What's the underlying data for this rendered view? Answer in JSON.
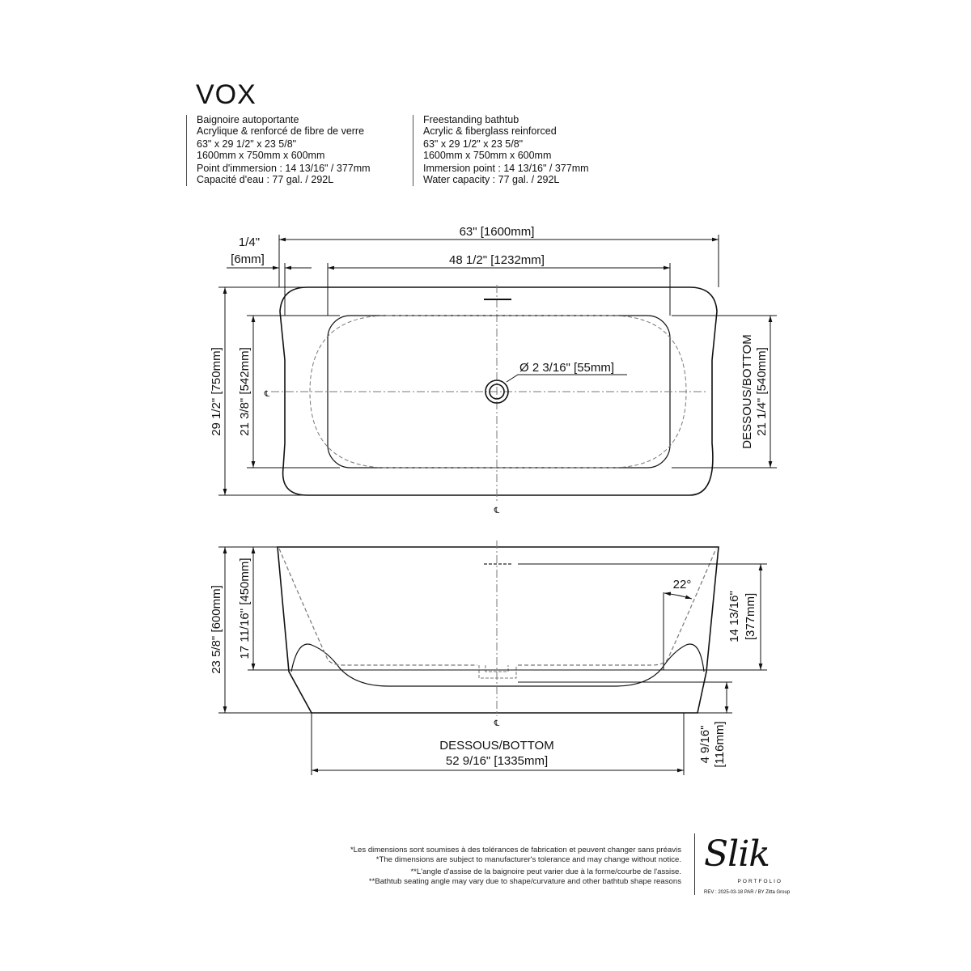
{
  "header": {
    "title": "VOX",
    "fr": {
      "type": "Baignoire autoportante",
      "material": "Acrylique & renforcé de fibre de verre",
      "dims_in": "63\" x 29 1/2\" x 23 5/8\"",
      "dims_mm": "1600mm x 750mm x 600mm",
      "immersion": "Point d'immersion : 14 13/16\" / 377mm",
      "capacity": "Capacité d'eau : 77 gal. / 292L"
    },
    "en": {
      "type": "Freestanding bathtub",
      "material": "Acrylic & fiberglass reinforced",
      "dims_in": "63\" x 29 1/2\" x 23 5/8\"",
      "dims_mm": "1600mm x 750mm x 600mm",
      "immersion": "Immersion point : 14 13/16\" / 377mm",
      "capacity": "Water capacity : 77 gal. / 292L"
    }
  },
  "top_view": {
    "overall_length": "63\" [1600mm]",
    "inner_length": "48 1/2\" [1232mm]",
    "rim_offset_in": "1/4\"",
    "rim_offset_mm": "[6mm]",
    "overall_width": "29 1/2\" [750mm]",
    "inner_width": "21 3/8\" [542mm]",
    "bottom_label": "DESSOUS/BOTTOM",
    "bottom_width": "21 1/4\" [540mm]",
    "drain": "Ø 2 3/16\" [55mm]",
    "centerline": "℄"
  },
  "side_view": {
    "overall_height": "23 5/8\" [600mm]",
    "interior_depth": "17 11/16\" [450mm]",
    "immersion_in": "14 13/16\"",
    "immersion_mm": "[377mm]",
    "angle": "22°",
    "base_height_in": "4 9/16\"",
    "base_height_mm": "[116mm]",
    "bottom_label": "DESSOUS/BOTTOM",
    "bottom_length": "52 9/16\" [1335mm]",
    "centerline": "℄"
  },
  "footer": {
    "note1_fr": "*Les dimensions sont soumises à des tolérances de fabrication et peuvent changer sans préavis",
    "note1_en": "*The dimensions are subject to manufacturer's tolerance and may change without notice.",
    "note2_fr": "**L'angle d'assise de la baignoire peut varier due à la forme/courbe de l'assise.",
    "note2_en": "**Bathtub seating angle may vary due to shape/curvature and other bathtub shape reasons",
    "brand": "Slik",
    "brand_sub": "PORTFOLIO",
    "revision": "REV : 2025-03-18  PAR / BY  Zitta Group"
  }
}
